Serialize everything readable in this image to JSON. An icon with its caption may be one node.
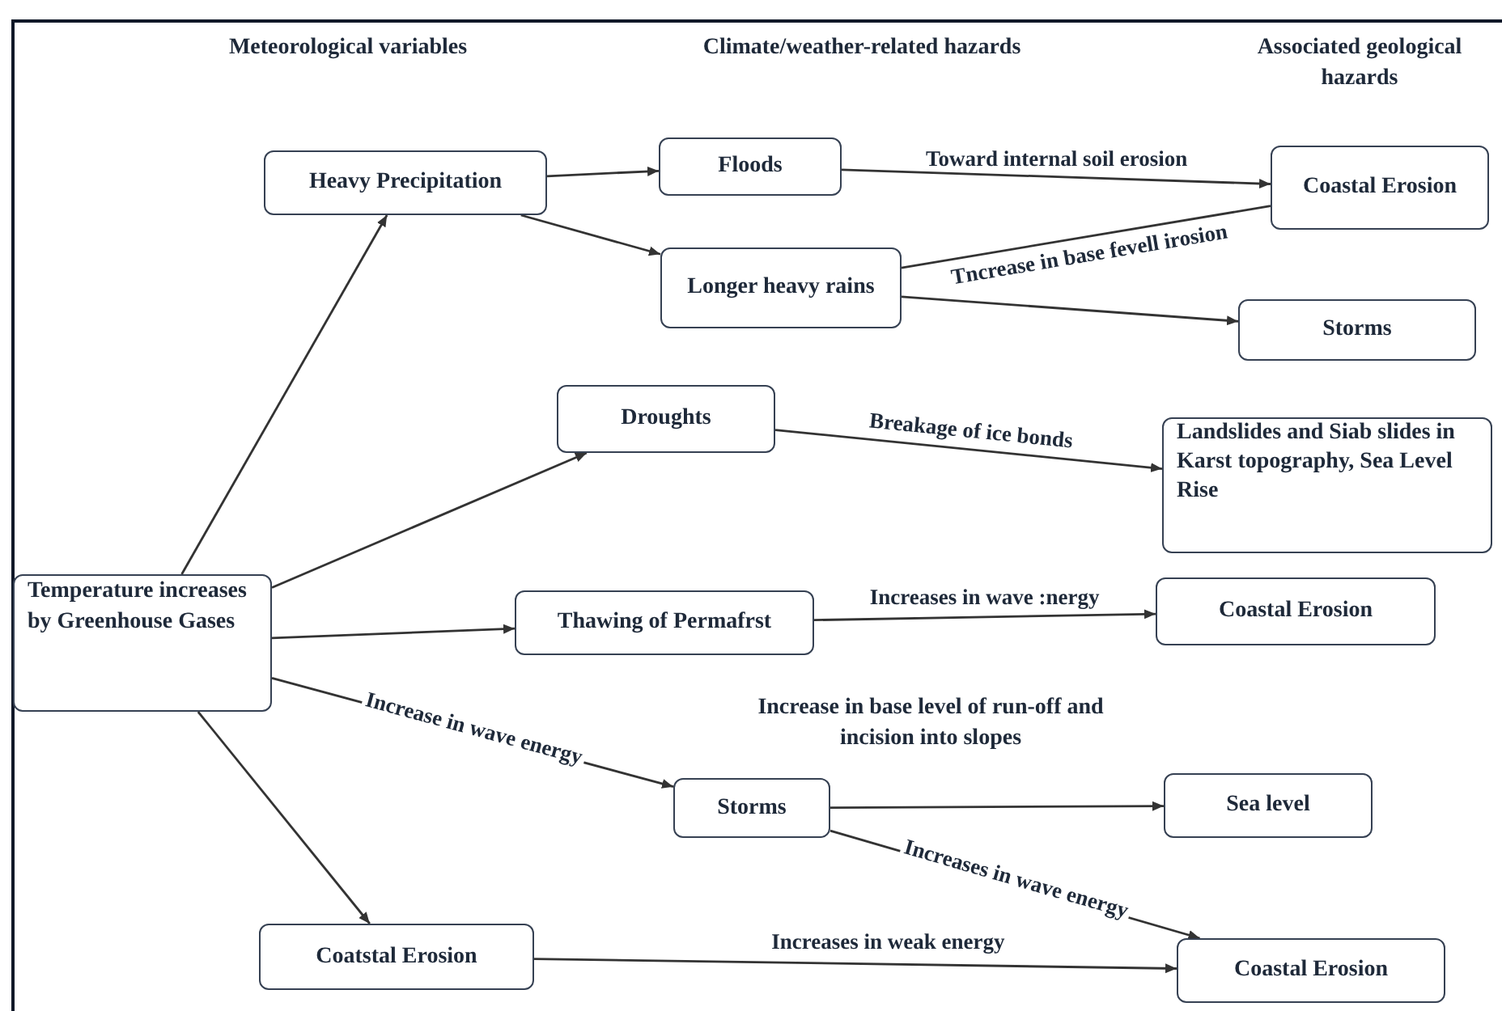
{
  "diagram": {
    "nodes": [
      {
        "text": [
          "Heavy Precipitation"
        ]
      },
      {
        "text": [
          "Floods"
        ]
      },
      {
        "text": [
          "Coastal Erosion"
        ]
      },
      {
        "text": [
          "Longer heavy rains"
        ]
      },
      {
        "text": [
          "Storms"
        ]
      },
      {
        "text": [
          "Droughts"
        ]
      },
      {
        "text": [
          "Landslides and Siab slides in Karst topography, Sea Level Rise"
        ]
      },
      {
        "text": [
          "Temperature increases by Greenhouse Gases"
        ]
      },
      {
        "text": [
          "Thawing of Permafrst"
        ]
      },
      {
        "text": [
          "Coastal Erosion"
        ]
      },
      {
        "text": [
          "Storms"
        ]
      },
      {
        "text": [
          "Sea level"
        ]
      },
      {
        "text": [
          "Coatstal Erosion"
        ]
      },
      {
        "text": [
          "Coastal Erosion"
        ]
      }
    ],
    "edges": [
      {
        "from": 7,
        "to": 0,
        "arrow": "to"
      },
      {
        "from": 0,
        "to": 1,
        "arrow": "to"
      },
      {
        "from": 0,
        "to": 3,
        "arrow": "to"
      },
      {
        "from": 1,
        "to": 2,
        "arrow": "to",
        "label": "Toward internal soil erosion"
      },
      {
        "from": 3,
        "to": 2,
        "arrow": "none",
        "label": "Tncrease in base fevell irosion"
      },
      {
        "from": 3,
        "to": 4,
        "arrow": "to"
      },
      {
        "from": 7,
        "to": 5,
        "arrow": "to"
      },
      {
        "from": 5,
        "to": 6,
        "arrow": "to",
        "label": "Breakage of ice bonds"
      },
      {
        "from": 7,
        "to": 8,
        "arrow": "to"
      },
      {
        "from": 8,
        "to": 9,
        "arrow": "to",
        "label": "Increases in wave :nergy"
      },
      {
        "from": 7,
        "to": 10,
        "arrow": "to",
        "label": "Increase in wave energy"
      },
      {
        "from": 10,
        "to": 11,
        "arrow": "to"
      },
      {
        "from": 10,
        "to": 13,
        "arrow": "to",
        "label": "Increases in wave energy"
      },
      {
        "from": 7,
        "to": 12,
        "arrow": "to"
      },
      {
        "from": 12,
        "to": 13,
        "arrow": "to",
        "label": "Increases in weak energy"
      }
    ],
    "labels": [
      "Meteorological variables",
      "Climate/weather-related hazards",
      "Associated geological hazards",
      "Increase in base level of run-off and incision into slopes"
    ]
  }
}
